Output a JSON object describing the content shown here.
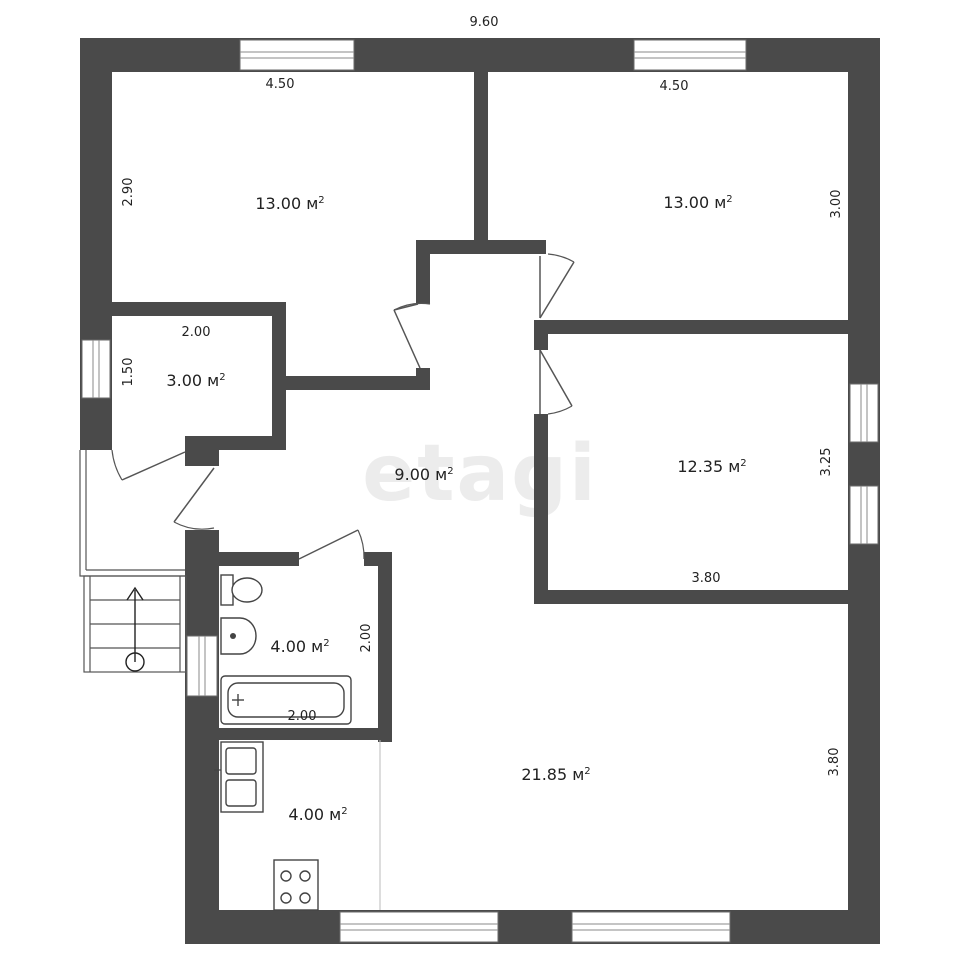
{
  "watermark": "etagi",
  "overall": {
    "width_label": "9.60"
  },
  "rooms": [
    {
      "id": "bedroom-left",
      "area": "13.00 м",
      "sup": "2",
      "w_label": "4.50",
      "h_label": "2.90"
    },
    {
      "id": "bedroom-right",
      "area": "13.00 м",
      "sup": "2",
      "w_label": "4.50",
      "h_label": "3.00"
    },
    {
      "id": "small-room",
      "area": "3.00 м",
      "sup": "2",
      "w_label": "2.00",
      "h_label": "1.50"
    },
    {
      "id": "hall",
      "area": "9.00 м",
      "sup": "2"
    },
    {
      "id": "bedroom-mid",
      "area": "12.35 м",
      "sup": "2",
      "w_label": "3.80",
      "h_label": "3.25"
    },
    {
      "id": "bathroom",
      "area": "4.00 м",
      "sup": "2",
      "w_label": "2.00",
      "h_label": "2.00"
    },
    {
      "id": "living",
      "area": "21.85 м",
      "sup": "2",
      "h_label": "3.80"
    },
    {
      "id": "kitchen",
      "area": "4.00 м",
      "sup": "2"
    }
  ],
  "colors": {
    "wall": "#4a4a4a",
    "background": "#ffffff",
    "watermark": "#ececec"
  }
}
